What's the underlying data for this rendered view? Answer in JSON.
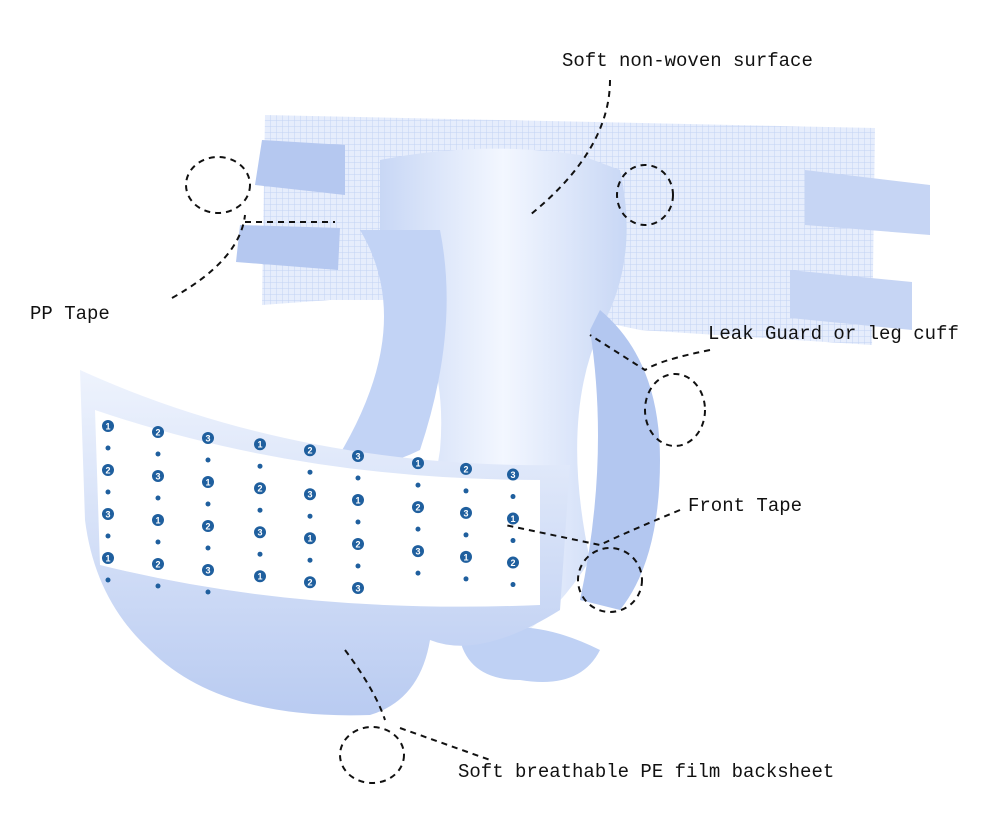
{
  "labels": {
    "surface": "Soft non-woven surface",
    "pp_tape": "PP Tape",
    "leak_guard": "Leak Guard or leg cuff",
    "front_tape": "Front Tape",
    "backsheet": "Soft breathable PE film backsheet"
  },
  "tape_pattern": {
    "numbers": [
      "1",
      "2",
      "3"
    ]
  },
  "colors": {
    "light_blue": "#dfe8fb",
    "mid_blue": "#a9bfee",
    "number_blue": "#1f5f9e"
  }
}
